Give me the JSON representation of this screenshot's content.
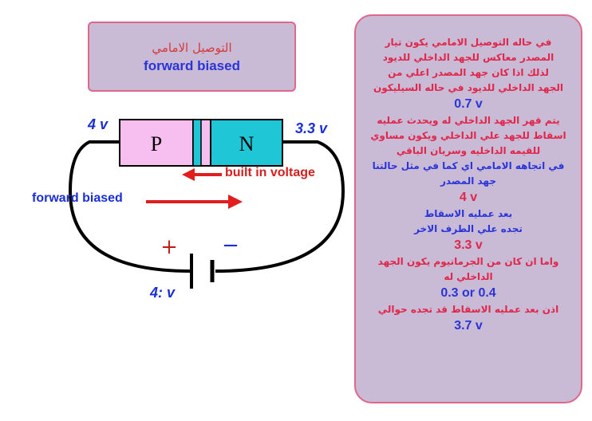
{
  "title": {
    "arabic": "التوصيل الامامي",
    "english": "forward biased"
  },
  "diagram": {
    "p_label": "P",
    "n_label": "N",
    "left_voltage": "4 v",
    "right_voltage": "3.3 v",
    "built_in_label": "built in voltage",
    "forward_label": "forward biased",
    "battery_plus": "+",
    "battery_minus": "−",
    "battery_label": "4: v",
    "colors": {
      "p_region": "#f6bff0",
      "n_region": "#1ec6d6",
      "arrow": "#e21d1d",
      "wire": "#000000"
    }
  },
  "info": {
    "lines": [
      {
        "text": "في حاله التوصيل الامامي يكون تيار",
        "style": "ar"
      },
      {
        "text": "المصدر معاكس للجهد الداخلي للديود",
        "style": "ar"
      },
      {
        "text": "لذلك اذا كان جهد المصدر اعلي من",
        "style": "ar"
      },
      {
        "text": "الجهد الداخلي للديود في حاله السيليكون",
        "style": "ar"
      },
      {
        "text": "0.7 v",
        "style": "val"
      },
      {
        "text": "يتم قهر الجهد الداخلي له ويحدث عمليه",
        "style": "ar"
      },
      {
        "text": "اسقاط للجهد علي الداخلي ويكون مساوي",
        "style": "ar"
      },
      {
        "text": "للقيمه الداخليه وسريان الباقي",
        "style": "ar"
      },
      {
        "text": "في اتجاهه الامامي اي كما في مثل حالتنا",
        "style": "ar blue"
      },
      {
        "text": "جهد المصدر",
        "style": "ar blue"
      },
      {
        "text": "4 v",
        "style": "val red"
      },
      {
        "text": "بعد عمليه الاسقاط",
        "style": "ar blue"
      },
      {
        "text": "تجده علي الطرف الاخر",
        "style": "ar blue"
      },
      {
        "text": "3.3 v",
        "style": "val red"
      },
      {
        "text": "واما ان كان من الجرمانيوم يكون الجهد",
        "style": "ar"
      },
      {
        "text": "الداخلي له",
        "style": "ar"
      },
      {
        "text": "0.3 or 0.4",
        "style": "val"
      },
      {
        "text": "اذن بعد عمليه الاسقاط قد تجده حوالي",
        "style": "ar"
      },
      {
        "text": "3.7 v",
        "style": "val"
      }
    ]
  }
}
